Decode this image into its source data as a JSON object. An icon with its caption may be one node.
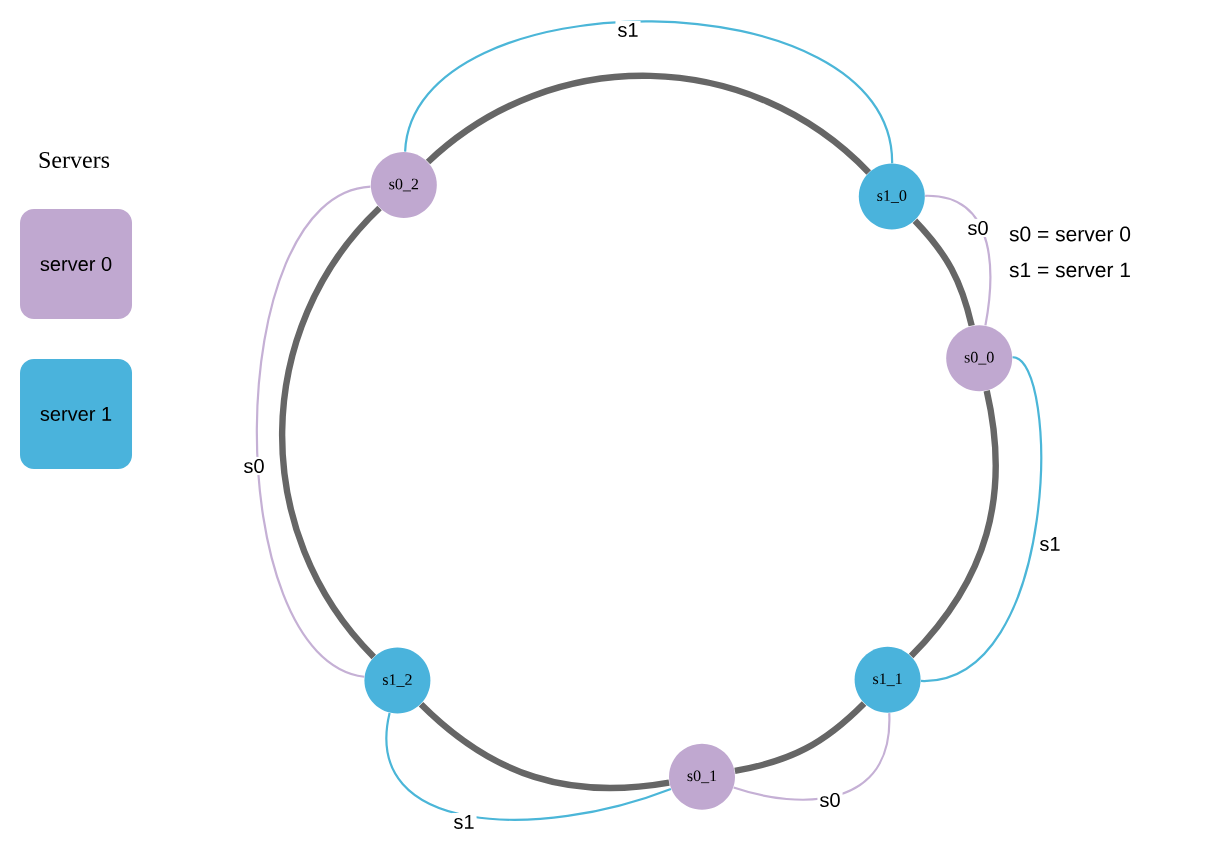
{
  "diagram": {
    "nodes": [
      {
        "text": [
          "s0_2"
        ]
      },
      {
        "text": [
          "s1_0"
        ]
      },
      {
        "text": [
          "s0_0"
        ]
      },
      {
        "text": [
          "s1_1"
        ]
      },
      {
        "text": [
          "s0_1"
        ]
      },
      {
        "text": [
          "s1_2"
        ]
      }
    ],
    "edges": [
      {
        "from": 0,
        "to": 1,
        "arrow": "none",
        "style": "thick"
      },
      {
        "from": 1,
        "to": 2,
        "arrow": "none",
        "style": "thick"
      },
      {
        "from": 2,
        "to": 3,
        "arrow": "none",
        "style": "thick"
      },
      {
        "from": 3,
        "to": 4,
        "arrow": "none",
        "style": "thick"
      },
      {
        "from": 4,
        "to": 5,
        "arrow": "none",
        "style": "thick"
      },
      {
        "from": 5,
        "to": 0,
        "arrow": "none",
        "style": "thick"
      },
      {
        "from": 0,
        "to": 1,
        "arrow": "none",
        "label": "s1",
        "color": "#4bb6d8"
      },
      {
        "from": 1,
        "to": 2,
        "arrow": "none",
        "label": "s0",
        "color": "#c5b0d5"
      },
      {
        "from": 2,
        "to": 3,
        "arrow": "none",
        "label": "s1",
        "color": "#4bb6d8"
      },
      {
        "from": 3,
        "to": 4,
        "arrow": "none",
        "label": "s0",
        "color": "#c5b0d5"
      },
      {
        "from": 4,
        "to": 5,
        "arrow": "none",
        "label": "s1",
        "color": "#4bb6d8"
      },
      {
        "from": 5,
        "to": 0,
        "arrow": "none",
        "label": "s0",
        "color": "#c5b0d5"
      }
    ],
    "labels": [
      "Servers",
      "s0 = server 0",
      "s1 = server 1"
    ],
    "legend": [
      {
        "text": "server 0",
        "color": "#c0a8d0"
      },
      {
        "text": "server 1",
        "color": "#4ab3dc"
      }
    ]
  }
}
